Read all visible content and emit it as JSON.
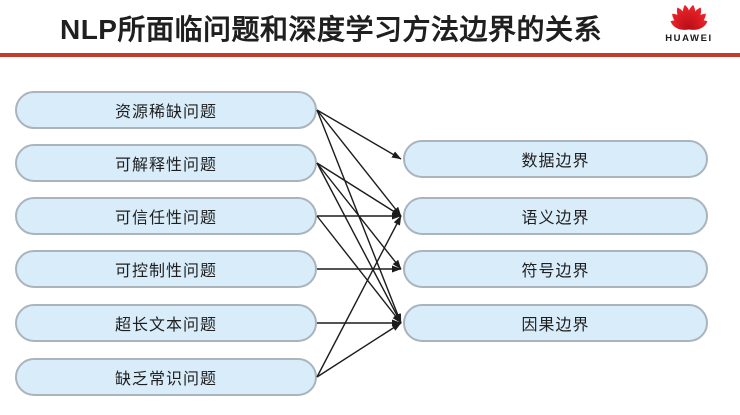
{
  "header": {
    "title": "NLP所面临问题和深度学习方法边界的关系",
    "brand": "HUAWEI"
  },
  "colors": {
    "accent_red": "#c23b2d",
    "logo_red": "#d6131f",
    "box_fill": "#d9ecf9",
    "box_border": "#a9b4bc",
    "arrow": "#1c1c1c"
  },
  "diagram": {
    "left_boxes": [
      {
        "id": "L1",
        "label": "资源稀缺问题"
      },
      {
        "id": "L2",
        "label": "可解释性问题"
      },
      {
        "id": "L3",
        "label": "可信任性问题"
      },
      {
        "id": "L4",
        "label": "可控制性问题"
      },
      {
        "id": "L5",
        "label": "超长文本问题"
      },
      {
        "id": "L6",
        "label": "缺乏常识问题"
      }
    ],
    "right_boxes": [
      {
        "id": "R1",
        "label": "数据边界"
      },
      {
        "id": "R2",
        "label": "语义边界"
      },
      {
        "id": "R3",
        "label": "符号边界"
      },
      {
        "id": "R4",
        "label": "因果边界"
      }
    ],
    "arrows": [
      {
        "from": "L1",
        "to": "R1"
      },
      {
        "from": "L1",
        "to": "R2"
      },
      {
        "from": "L1",
        "to": "R4"
      },
      {
        "from": "L2",
        "to": "R2"
      },
      {
        "from": "L2",
        "to": "R3"
      },
      {
        "from": "L2",
        "to": "R4"
      },
      {
        "from": "L3",
        "to": "R2"
      },
      {
        "from": "L3",
        "to": "R4"
      },
      {
        "from": "L4",
        "to": "R3"
      },
      {
        "from": "L5",
        "to": "R4"
      },
      {
        "from": "L6",
        "to": "R2"
      },
      {
        "from": "L6",
        "to": "R4"
      }
    ]
  }
}
